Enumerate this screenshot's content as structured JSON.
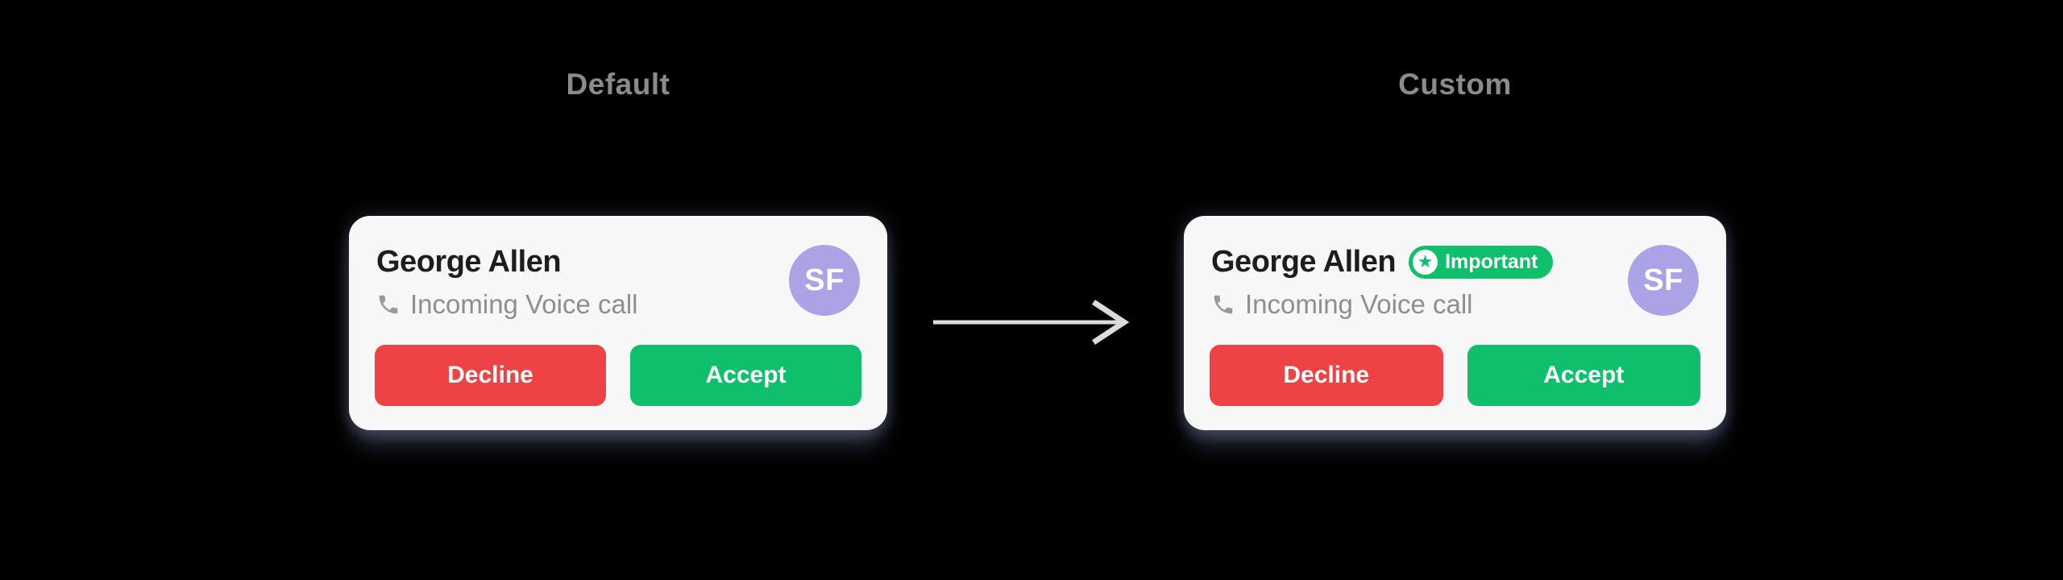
{
  "page": {
    "background": "#000000"
  },
  "section_labels": {
    "default": "Default",
    "custom": "Custom",
    "color": "#8b8b8b"
  },
  "arrow": {
    "color": "#dcdcdc",
    "direction": "right"
  },
  "cards": [
    {
      "variant": "default",
      "name": "George Allen",
      "call_status": "Incoming Voice call",
      "avatar_initials": "SF",
      "buttons": {
        "decline": "Decline",
        "accept": "Accept"
      }
    },
    {
      "variant": "custom",
      "name": "George Allen",
      "call_status": "Incoming Voice call",
      "avatar_initials": "SF",
      "badge": "Important",
      "buttons": {
        "decline": "Decline",
        "accept": "Accept"
      }
    }
  ],
  "colors": {
    "card_bg": "#f7f7f8",
    "title": "#1d1d1f",
    "subtitle": "#8e8e8e",
    "avatar_bg": "#aaa3e5",
    "decline_bg": "#ee4245",
    "accept_bg": "#10bf6b",
    "badge_bg": "#10bf6b",
    "badge_icon_bg": "#ffffff",
    "arrow": "#dcdcdc"
  }
}
